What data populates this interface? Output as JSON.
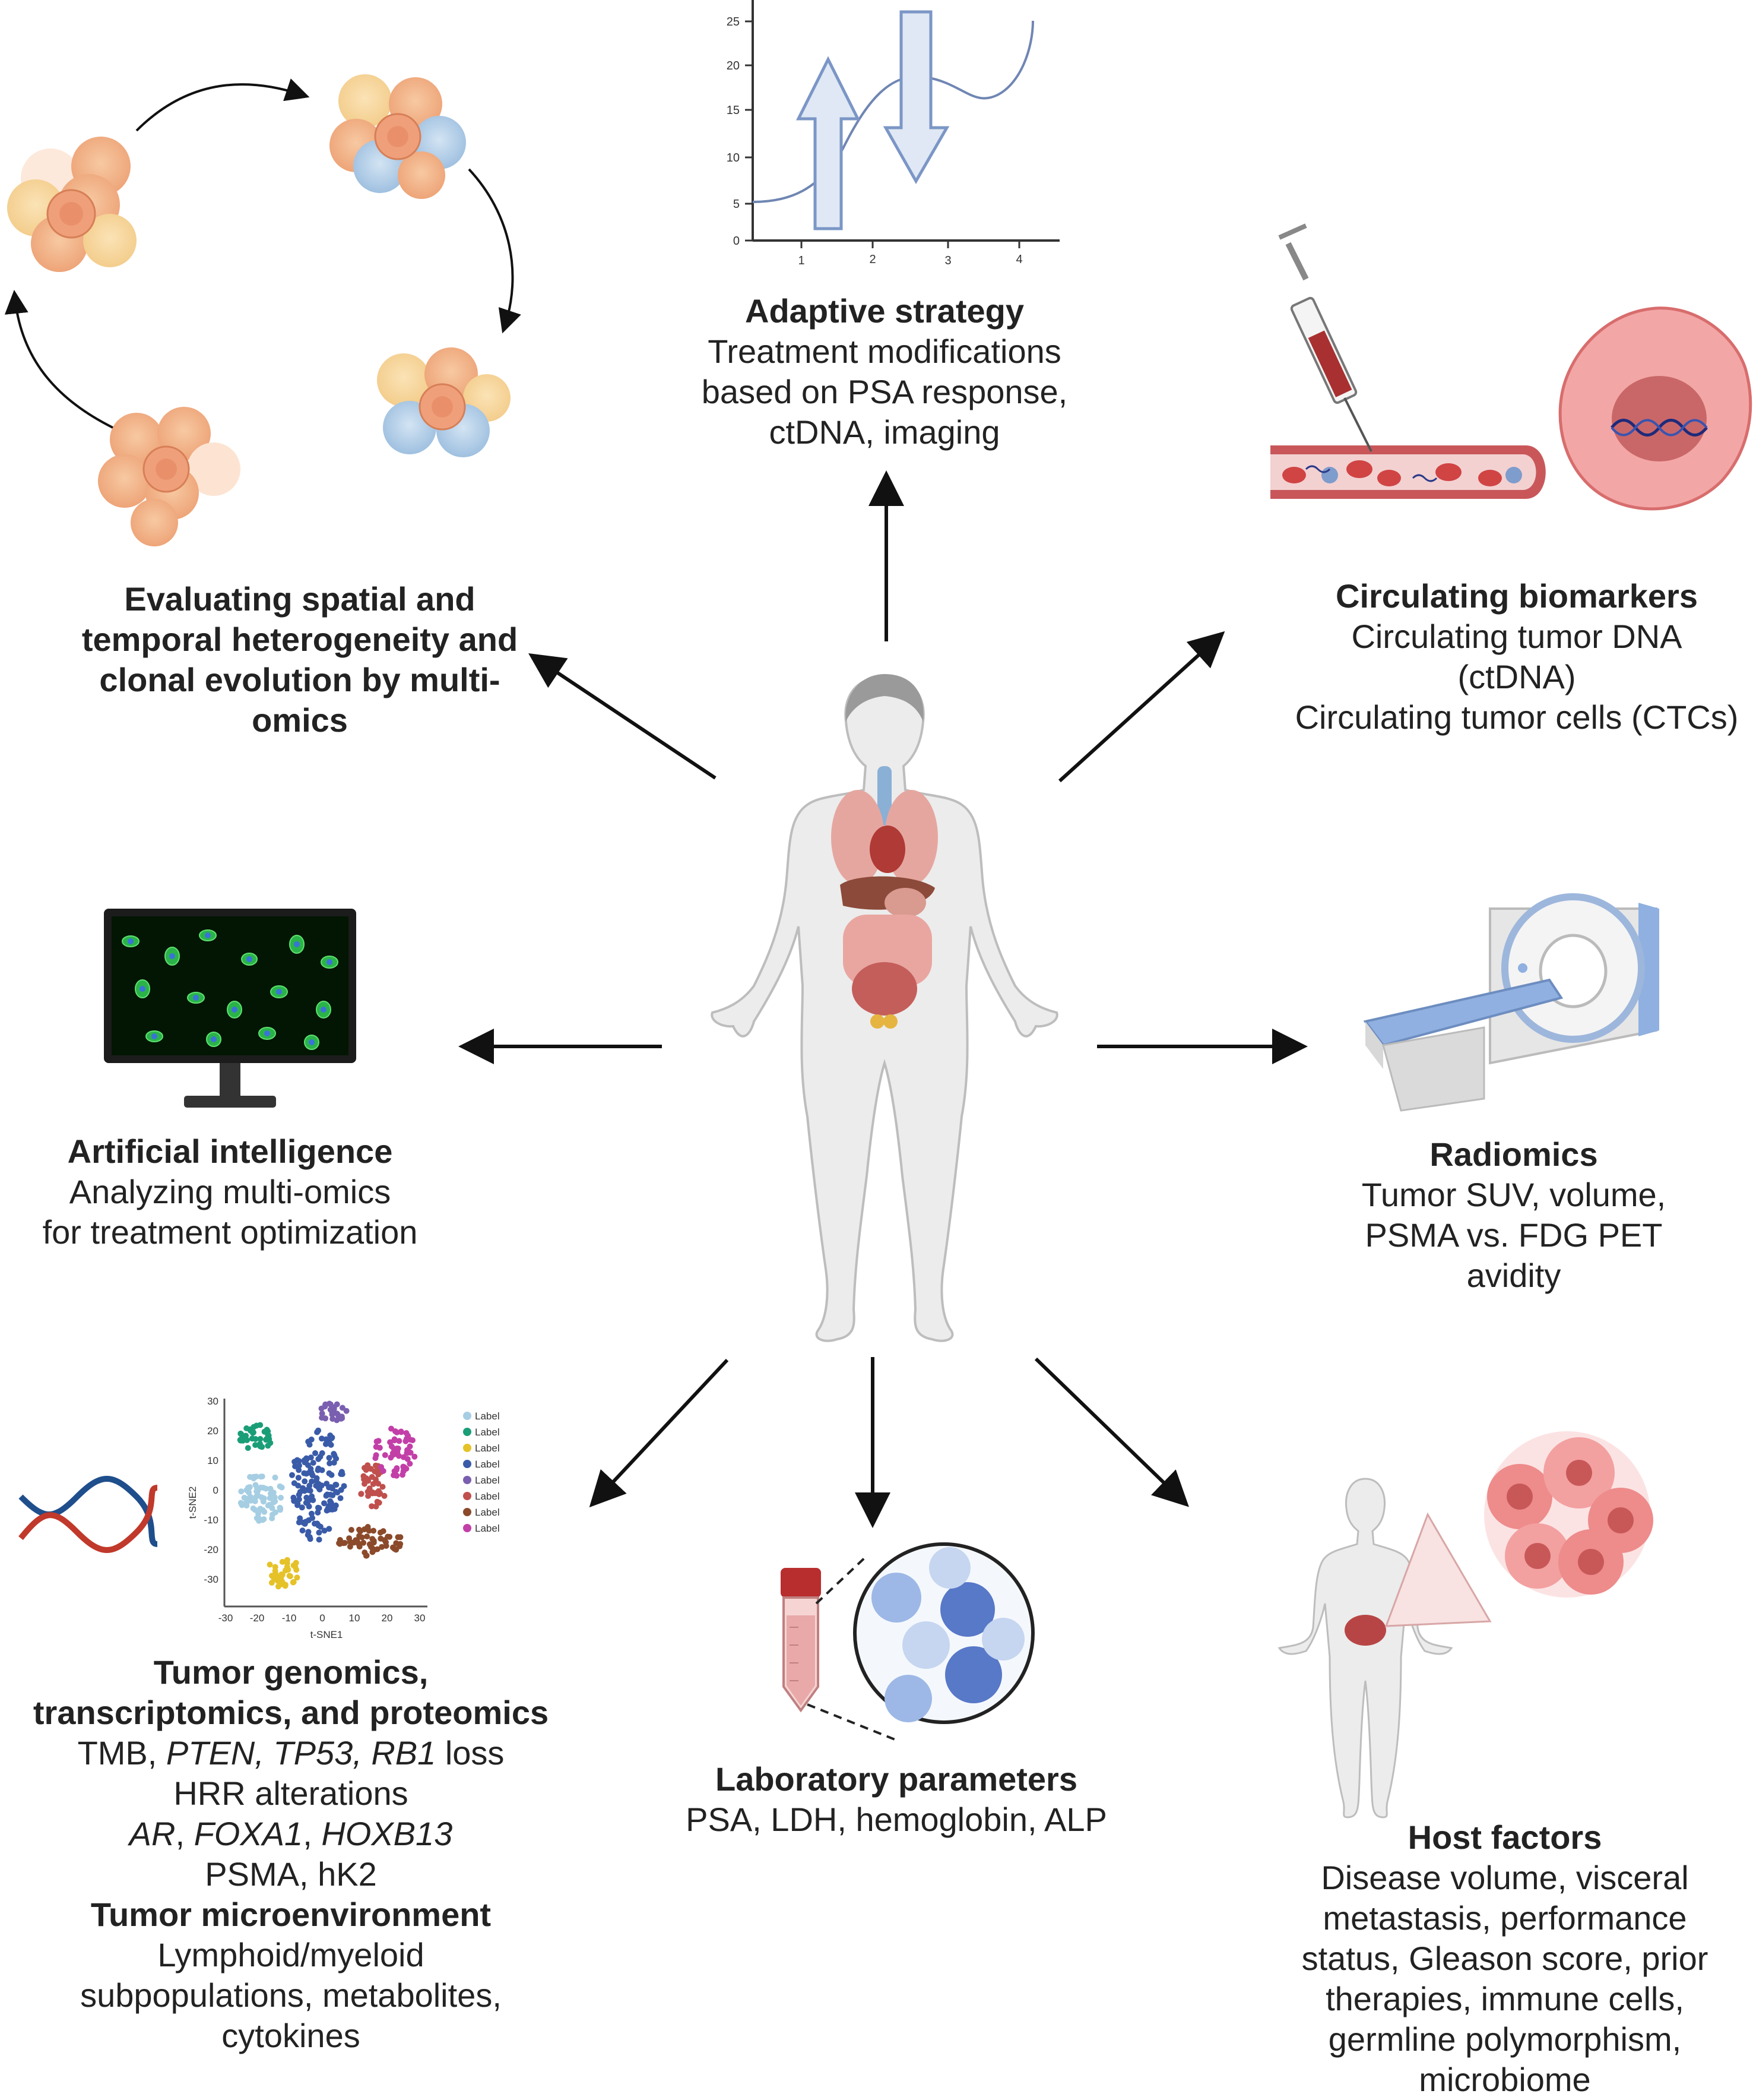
{
  "adaptive": {
    "title": "Adaptive strategy",
    "line1": "Treatment modifications",
    "line2": "based on PSA response,",
    "line3": "ctDNA, imaging",
    "yticks": [
      "25",
      "20",
      "15",
      "10",
      "5",
      "0"
    ],
    "xticks": [
      "1",
      "2",
      "3",
      "4"
    ]
  },
  "heterogeneity": {
    "line1": "Evaluating spatial and",
    "line2": "temporal heterogeneity and",
    "line3": "clonal evolution by multi-",
    "line4": "omics"
  },
  "circulating": {
    "title": "Circulating biomarkers",
    "line1": "Circulating tumor DNA",
    "line2": "(ctDNA)",
    "line3": "Circulating tumor cells (CTCs)"
  },
  "ai": {
    "title": "Artificial intelligence",
    "line1": "Analyzing multi-omics",
    "line2": "for treatment optimization"
  },
  "radiomics": {
    "title": "Radiomics",
    "line1": "Tumor SUV, volume,",
    "line2": "PSMA vs. FDG PET",
    "line3": "avidity"
  },
  "genomics": {
    "title1": "Tumor genomics,",
    "title2": "transcriptomics, and proteomics",
    "tmb": "TMB, ",
    "genes1": "PTEN, TP53, RB1",
    "loss": " loss",
    "hrr": "HRR alterations",
    "ar": "AR",
    "comma1": ", ",
    "foxa1": "FOXA1",
    "comma2": ", ",
    "hoxb13": "HOXB13",
    "psma": "PSMA, hK2",
    "tme_title": "Tumor microenvironment",
    "tme1": "Lymphoid/myeloid",
    "tme2": "subpopulations, metabolites,",
    "tme3": "cytokines",
    "tsne": {
      "xlabel": "t-SNE1",
      "ylabel": "t-SNE2",
      "yticks": [
        "30",
        "20",
        "10",
        "0",
        "-10",
        "-20",
        "-30"
      ],
      "xticks": [
        "-30",
        "-20",
        "-10",
        "0",
        "10",
        "20",
        "30"
      ],
      "legend": [
        {
          "label": "Label",
          "color": "#a6cee3"
        },
        {
          "label": "Label",
          "color": "#1a9e77"
        },
        {
          "label": "Label",
          "color": "#e6c229"
        },
        {
          "label": "Label",
          "color": "#3a5ba8"
        },
        {
          "label": "Label",
          "color": "#7a5fb0"
        },
        {
          "label": "Label",
          "color": "#c0504d"
        },
        {
          "label": "Label",
          "color": "#8b4a2b"
        },
        {
          "label": "Label",
          "color": "#c23fa8"
        }
      ]
    }
  },
  "lab": {
    "title": "Laboratory parameters",
    "line1": "PSA, LDH, hemoglobin, ALP"
  },
  "host": {
    "title": "Host factors",
    "line1": "Disease volume, visceral",
    "line2": "metastasis, performance",
    "line3": "status, Gleason score, prior",
    "line4": "therapies, immune cells,",
    "line5": "germline polymorphism,",
    "line6": "microbiome"
  },
  "colors": {
    "arrow": "#111111",
    "cell_orange": "#f2b183",
    "cell_blue": "#a9c9e6",
    "vessel": "#c9575a",
    "plot_line": "#6f86b3"
  }
}
